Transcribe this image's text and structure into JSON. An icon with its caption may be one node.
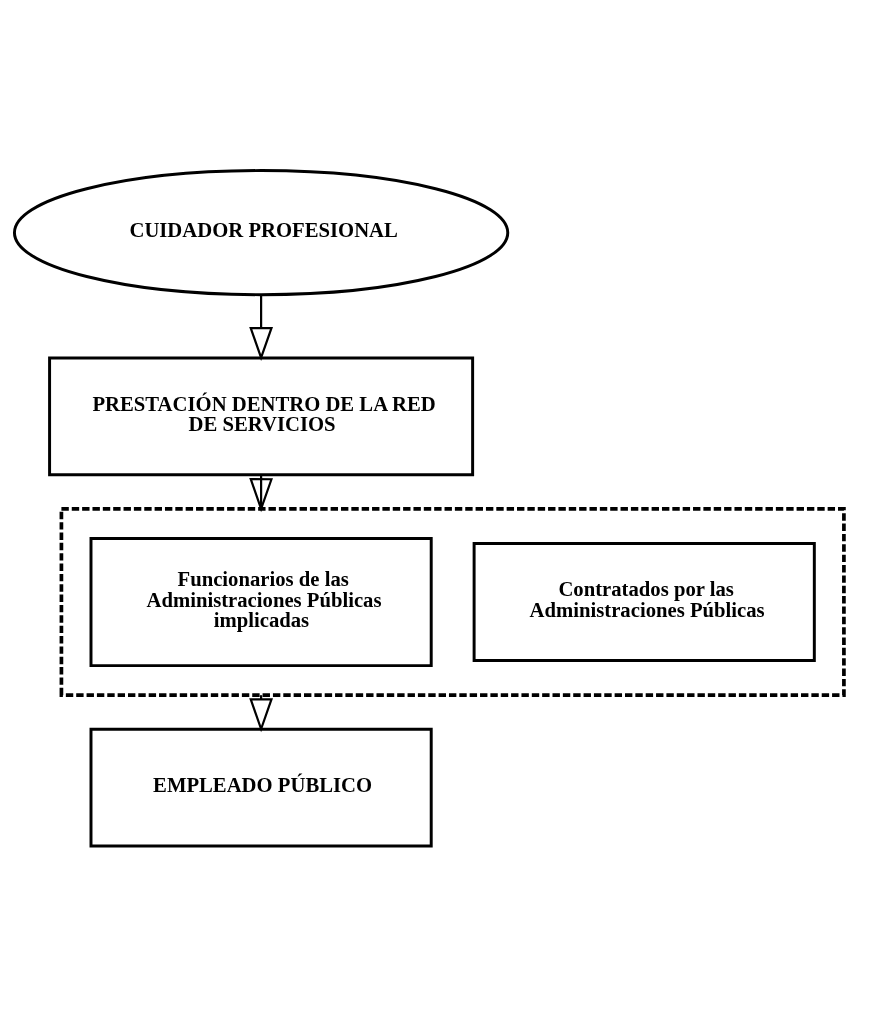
{
  "diagram": {
    "nodes": [
      {
        "text": [
          "CUIDADOR PROFESIONAL"
        ]
      },
      {
        "text": [
          "PRESTACIÓN DENTRO DE LA RED DE SERVICIOS"
        ]
      },
      {
        "text": [],
        "shape": "box"
      },
      {
        "text": [
          "Funcionarios de las Administraciones Públicas implicadas"
        ],
        "in": 2
      },
      {
        "text": [
          "Contratados por las Administraciones Públicas"
        ],
        "in": 2
      },
      {
        "text": [
          "EMPLEADO PÚBLICO"
        ]
      }
    ],
    "edges": [
      {
        "from": 0,
        "to": 1,
        "arrow": "to"
      },
      {
        "from": 1,
        "to": 2,
        "arrow": "to"
      },
      {
        "from": 2,
        "to": 5,
        "arrow": "to"
      }
    ]
  }
}
